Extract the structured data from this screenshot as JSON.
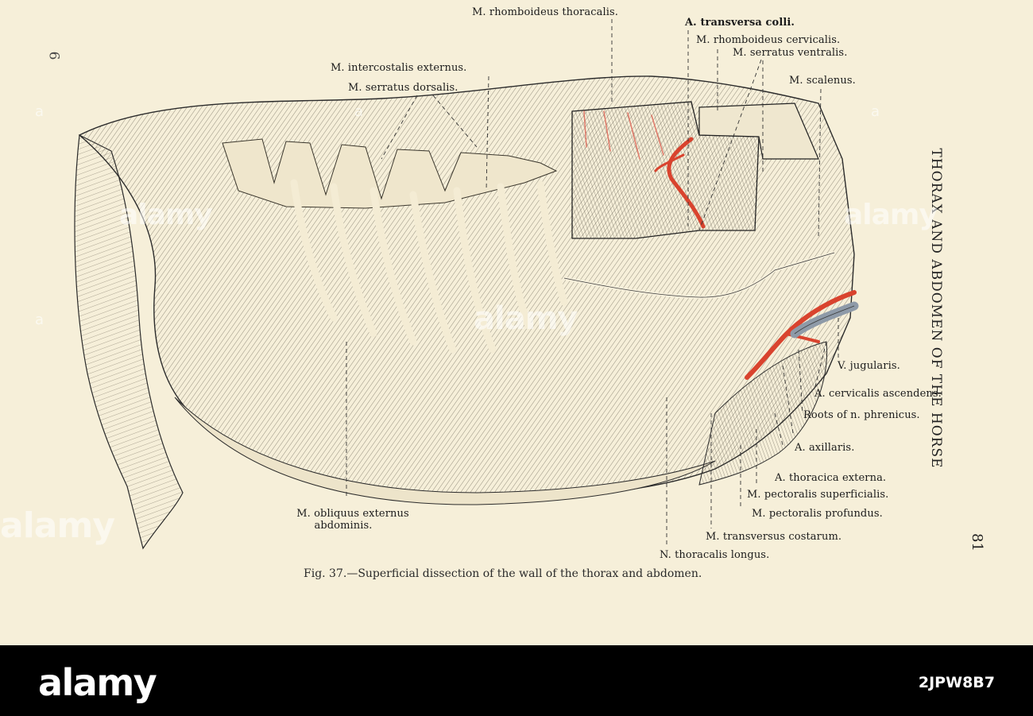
{
  "header": {
    "running_head": "THORAX AND ABDOMEN OF THE HORSE",
    "page_number": "81",
    "left_page_number": "6"
  },
  "figure": {
    "caption": "Fig. 37.—Superficial dissection of the wall of the thorax and abdomen."
  },
  "labels": {
    "rhomboideus_thoracalis": "M. rhomboideus thoracalis.",
    "transversa_colli": "A. transversa colli.",
    "rhomboideus_cervicalis": "M. rhomboideus cervicalis.",
    "serratus_ventralis": "M. serratus ventralis.",
    "intercostalis_externus": "M. intercostalis externus.",
    "serratus_dorsalis": "M. serratus dorsalis.",
    "scalenus": "M. scalenus.",
    "v_jugularis": "V. jugularis.",
    "cervicalis_ascendens": "A. cervicalis ascendens.",
    "roots_phrenicus": "Roots of n. phrenicus.",
    "axillaris": "A. axillaris.",
    "thoracica_externa": "A. thoracica externa.",
    "pectoralis_superficialis": "M. pectoralis superficialis.",
    "pectoralis_profundus": "M. pectoralis profundus.",
    "transversus_costarum": "M. transversus costarum.",
    "thoracalis_longus": "N. thoracalis longus.",
    "obliquus_line1": "M. obliquus externus",
    "obliquus_line2": "abdominis."
  },
  "watermark": {
    "brand": "alamy",
    "image_id": "2JPW8B7",
    "small_brand": "a"
  },
  "colors": {
    "paper": "#f6efd9",
    "ink": "#1b1b1b",
    "artery": "#d9432e",
    "vein": "#8e9aa8",
    "footer": "#000000"
  }
}
